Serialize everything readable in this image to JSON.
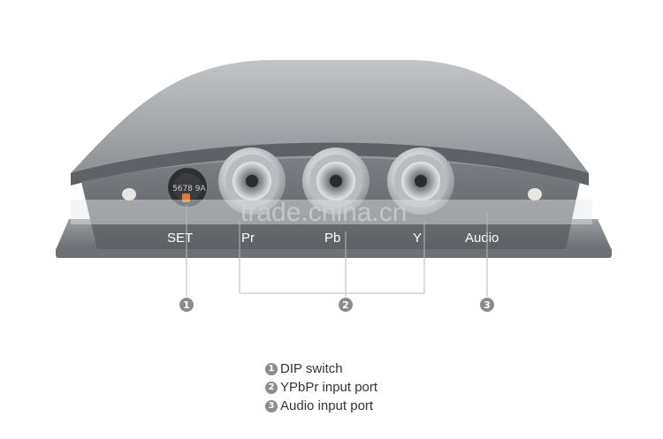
{
  "device": {
    "port_labels": {
      "set": "SET",
      "pr": "Pr",
      "pb": "Pb",
      "y": "Y",
      "audio": "Audio"
    },
    "dip_digits": "5678 9A",
    "watermark": "trade.china.cn"
  },
  "callouts": [
    "1",
    "2",
    "3"
  ],
  "legend": [
    {
      "num": "1",
      "text": "DIP switch"
    },
    {
      "num": "2",
      "text": "YPbPr input port"
    },
    {
      "num": "3",
      "text": "Audio input port"
    }
  ],
  "colors": {
    "body_top": "#a9acb0",
    "body_dark": "#6c7074",
    "callout_gray": "#8a8c8f",
    "bnc_silver": "#d9dcdf"
  }
}
